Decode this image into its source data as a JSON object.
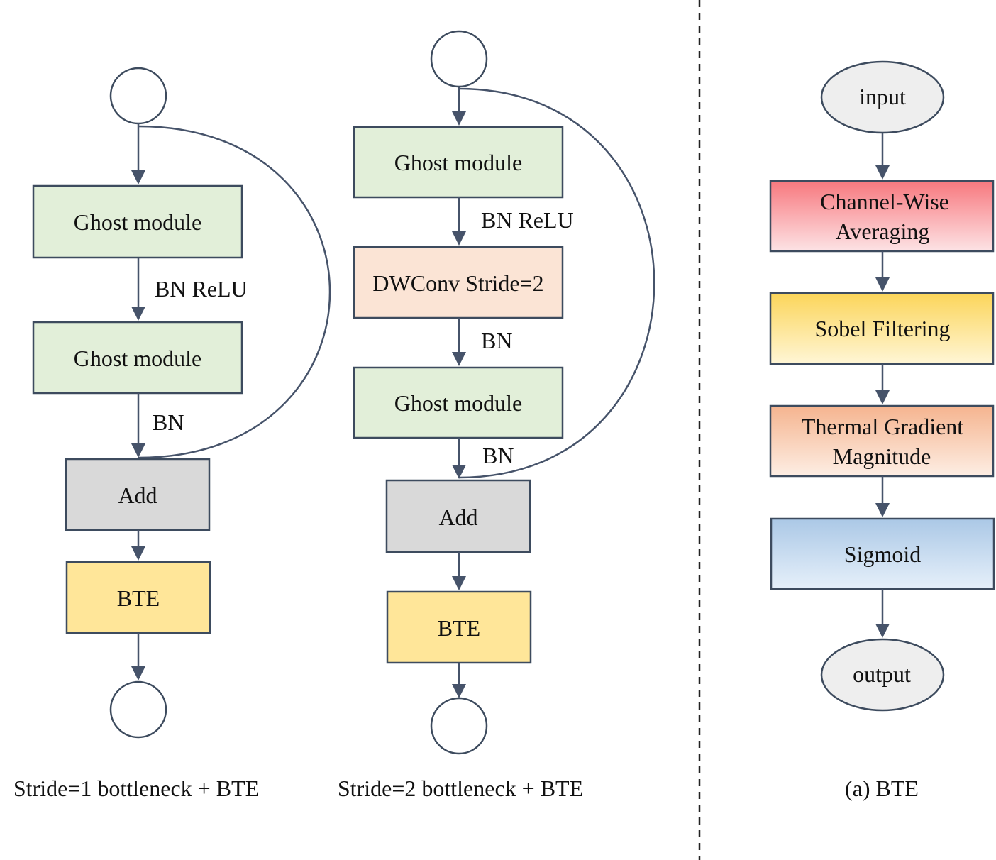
{
  "left_block": {
    "ghost1": "Ghost module",
    "label_bn_relu": "BN ReLU",
    "ghost2": "Ghost module",
    "label_bn": "BN",
    "add": "Add",
    "bte": "BTE",
    "caption": "Stride=1 bottleneck + BTE"
  },
  "middle_block": {
    "ghost1": "Ghost module",
    "label_bn_relu": "BN ReLU",
    "dwconv": "DWConv Stride=2",
    "label_bn1": "BN",
    "ghost2": "Ghost module",
    "label_bn2": "BN",
    "add": "Add",
    "bte": "BTE",
    "caption": "Stride=2 bottleneck + BTE"
  },
  "right_block": {
    "input": "input",
    "channel_line1": "Channel-Wise",
    "channel_line2": "Averaging",
    "sobel": "Sobel Filtering",
    "thermal_line1": "Thermal  Gradient",
    "thermal_line2": "Magnitude",
    "sigmoid": "Sigmoid",
    "output": "output",
    "caption": "(a)  BTE"
  },
  "colors": {
    "ghost": "#e2efd9",
    "dwconv": "#fbe4d5",
    "add": "#d9d9d9",
    "bte": "#ffe699",
    "stroke": "#3d4b5e"
  }
}
